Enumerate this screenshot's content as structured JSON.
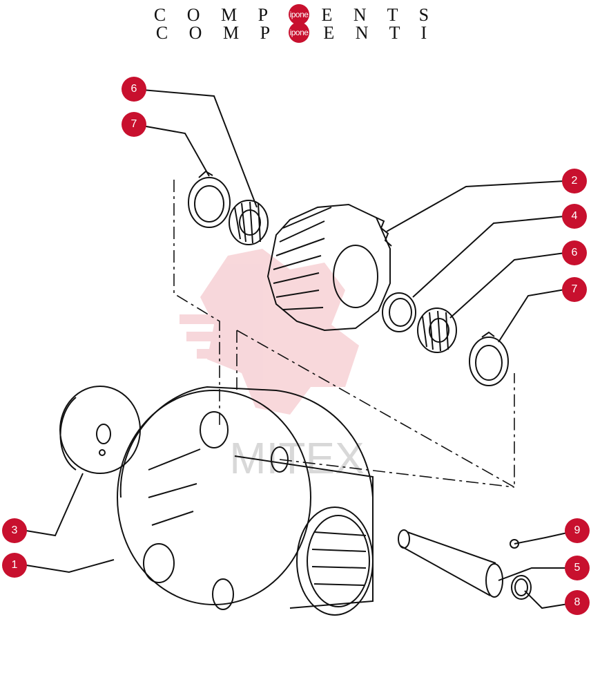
{
  "header": {
    "line1": "C O M P C   E N T S",
    "line2": "C O M P C   E N T I",
    "badge1": "ipone",
    "badge2": "ipone"
  },
  "watermark": {
    "text": "MITEX",
    "color": "#f2b8be"
  },
  "colors": {
    "callout": "#c8102e",
    "line": "#111111"
  },
  "callouts": [
    {
      "id": "c6a",
      "label": "6"
    },
    {
      "id": "c7a",
      "label": "7"
    },
    {
      "id": "c2",
      "label": "2"
    },
    {
      "id": "c4",
      "label": "4"
    },
    {
      "id": "c6b",
      "label": "6"
    },
    {
      "id": "c7b",
      "label": "7"
    },
    {
      "id": "c3",
      "label": "3"
    },
    {
      "id": "c1",
      "label": "1"
    },
    {
      "id": "c9",
      "label": "9"
    },
    {
      "id": "c5",
      "label": "5"
    },
    {
      "id": "c8",
      "label": "8"
    }
  ]
}
